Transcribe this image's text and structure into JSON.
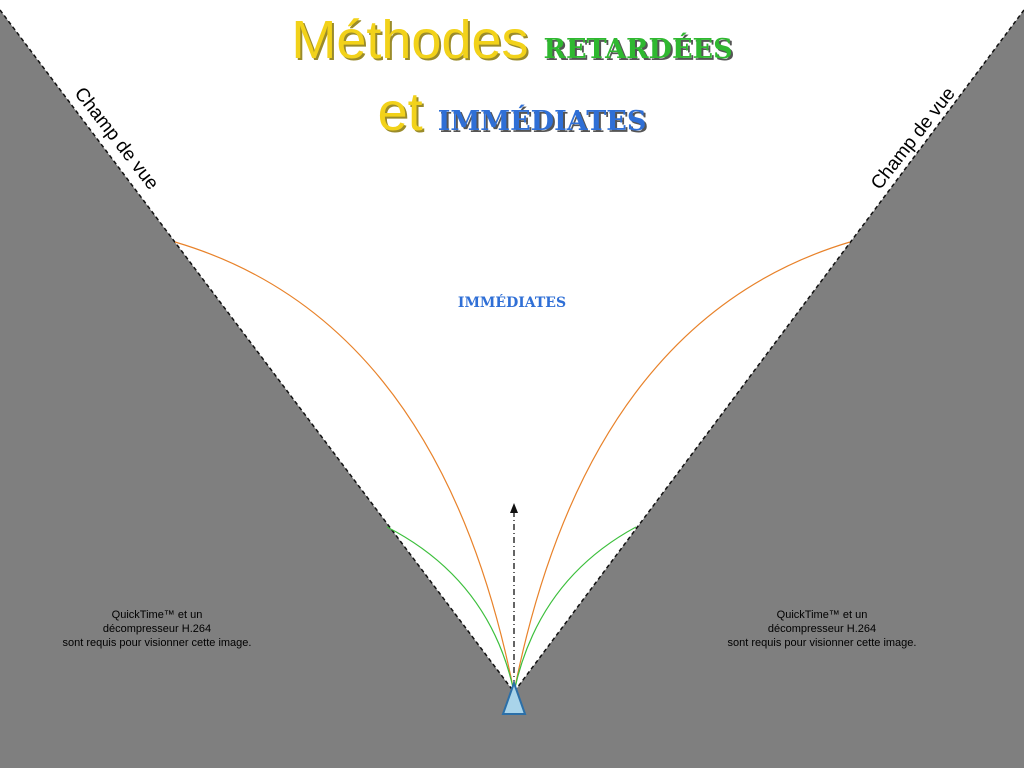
{
  "title": {
    "line1_part1": "Méthodes",
    "line1_part2": "retardées",
    "line2_part1": "et",
    "line2_part2": "immédiates"
  },
  "labels": {
    "fov_left": "Champ de vue",
    "fov_right": "Champ de vue",
    "immediates": "immédiates"
  },
  "placeholders": {
    "left": [
      "QuickTime™ et un",
      "décompresseur H.264",
      "sont requis pour visionner cette image."
    ],
    "right": [
      "QuickTime™ et un",
      "décompresseur H.264",
      "sont requis pour visionner cette image."
    ]
  },
  "colors": {
    "background_outside": "#7f7f7f",
    "field_of_view": "#ffffff",
    "title_yellow": "#f2d21a",
    "title_green": "#2fb830",
    "title_blue": "#2f6fd6",
    "curve_orange": "#e8822a",
    "curve_green": "#3cbf3c",
    "observer_fill": "#a9d4ea",
    "observer_stroke": "#2b6fa8"
  }
}
